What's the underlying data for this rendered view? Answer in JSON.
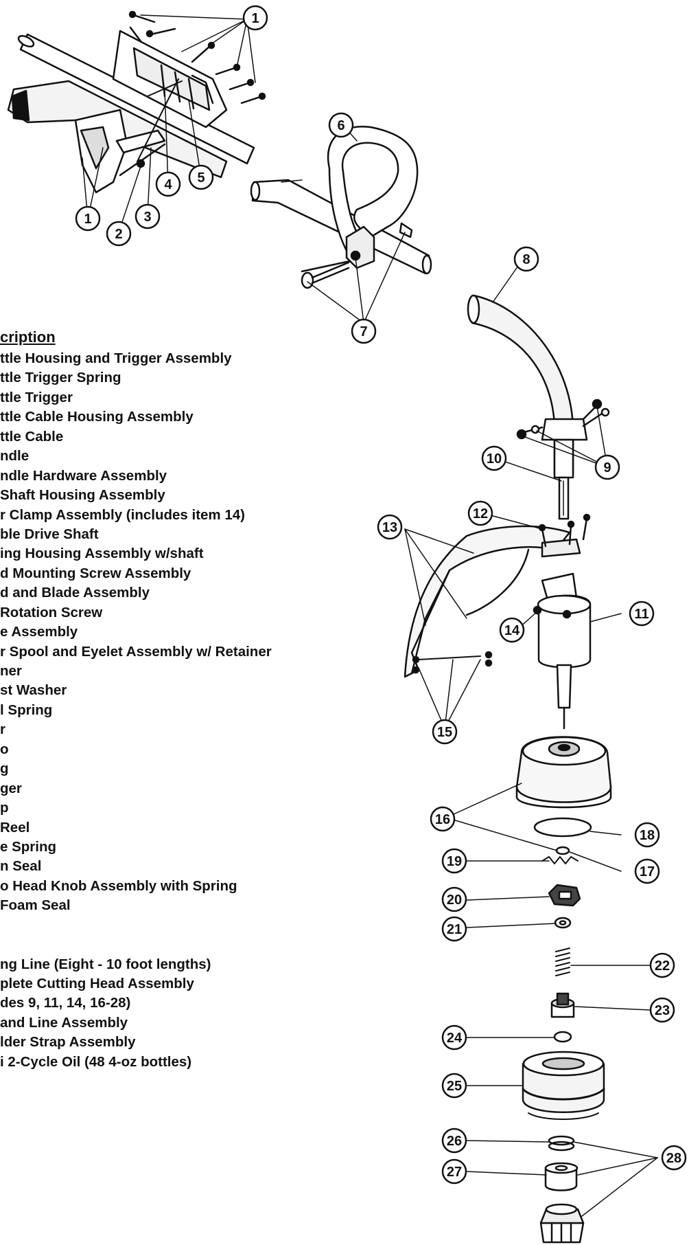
{
  "legend": {
    "heading": "cription",
    "lines": [
      "ttle Housing and Trigger Assembly",
      "ttle Trigger Spring",
      "ttle Trigger",
      "ttle Cable Housing Assembly",
      "ttle Cable",
      "ndle",
      "ndle Hardware Assembly",
      " Shaft Housing Assembly",
      "r Clamp Assembly  (includes item 14)",
      "ble Drive Shaft",
      "ing Housing Assembly w/shaft",
      "d Mounting Screw Assembly",
      "d and Blade Assembly",
      "Rotation Screw",
      "e Assembly",
      "r Spool and Eyelet Assembly w/ Retainer",
      "ner",
      "st Washer",
      "l Spring",
      "r",
      "o",
      "g",
      "ger",
      "p",
      " Reel",
      "e Spring",
      "n Seal",
      "o Head Knob Assembly with Spring",
      "Foam Seal",
      "",
      "",
      "ng Line (Eight - 10 foot lengths)",
      "plete Cutting Head Assembly",
      "des 9, 11, 14, 16-28)",
      "and Line Assembly",
      "lder Strap Assembly",
      "i 2-Cycle Oil (48 4-oz bottles)"
    ]
  },
  "callouts": [
    "1",
    "2",
    "3",
    "4",
    "5",
    "6",
    "7",
    "8",
    "9",
    "10",
    "11",
    "12",
    "13",
    "14",
    "15",
    "16",
    "17",
    "18",
    "19",
    "20",
    "21",
    "22",
    "23",
    "24",
    "25",
    "26",
    "27",
    "28"
  ],
  "colors": {
    "ink": "#111111",
    "paper": "#ffffff",
    "shade": "#e6e6e6"
  }
}
